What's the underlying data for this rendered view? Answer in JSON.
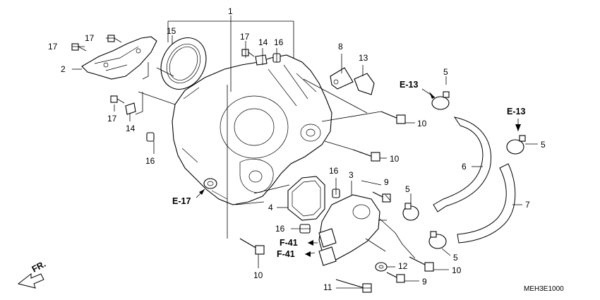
{
  "callouts": {
    "c1": "1",
    "c2": "2",
    "c3": "3",
    "c4": "4",
    "c5a": "5",
    "c5b": "5",
    "c5c": "5",
    "c5d": "5",
    "c6": "6",
    "c7": "7",
    "c8": "8",
    "c9a": "9",
    "c9b": "9",
    "c10a": "10",
    "c10b": "10",
    "c10c": "10",
    "c10d": "10",
    "c11": "11",
    "c12": "12",
    "c13": "13",
    "c14a": "14",
    "c14b": "14",
    "c15": "15",
    "c16a": "16",
    "c16b": "16",
    "c16c": "16",
    "c16d": "16",
    "c17a": "17",
    "c17b": "17",
    "c17c": "17",
    "c17d": "17"
  },
  "references": {
    "e13_left": "E-13",
    "e13_right": "E-13",
    "e17": "E-17",
    "f41_top": "F-41",
    "f41_bottom": "F-41",
    "front": "FR."
  },
  "diagram_code": "MEH3E1000"
}
